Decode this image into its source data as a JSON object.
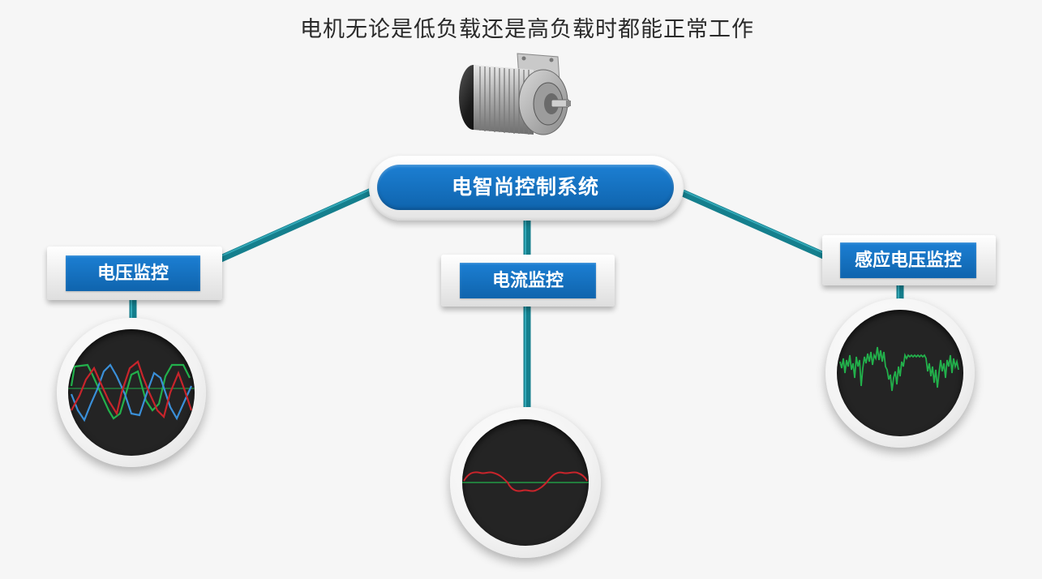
{
  "title": "电机无论是低负载还是高负载时都能正常工作",
  "hub": {
    "label": "电智尚控制系统"
  },
  "monitors": {
    "voltage": {
      "label": "电压监控"
    },
    "current": {
      "label": "电流监控"
    },
    "induced_voltage": {
      "label": "感应电压监控"
    }
  },
  "colors": {
    "background": "#f6f6f6",
    "accent_blue": "#1170c0",
    "connector_teal": "#1a8f9e",
    "scope_screen": "#242424",
    "wave_red": "#c8242b",
    "wave_green": "#22b04b",
    "wave_blue": "#3a8fd8"
  },
  "icons": {
    "motor": "electric-motor-icon"
  }
}
